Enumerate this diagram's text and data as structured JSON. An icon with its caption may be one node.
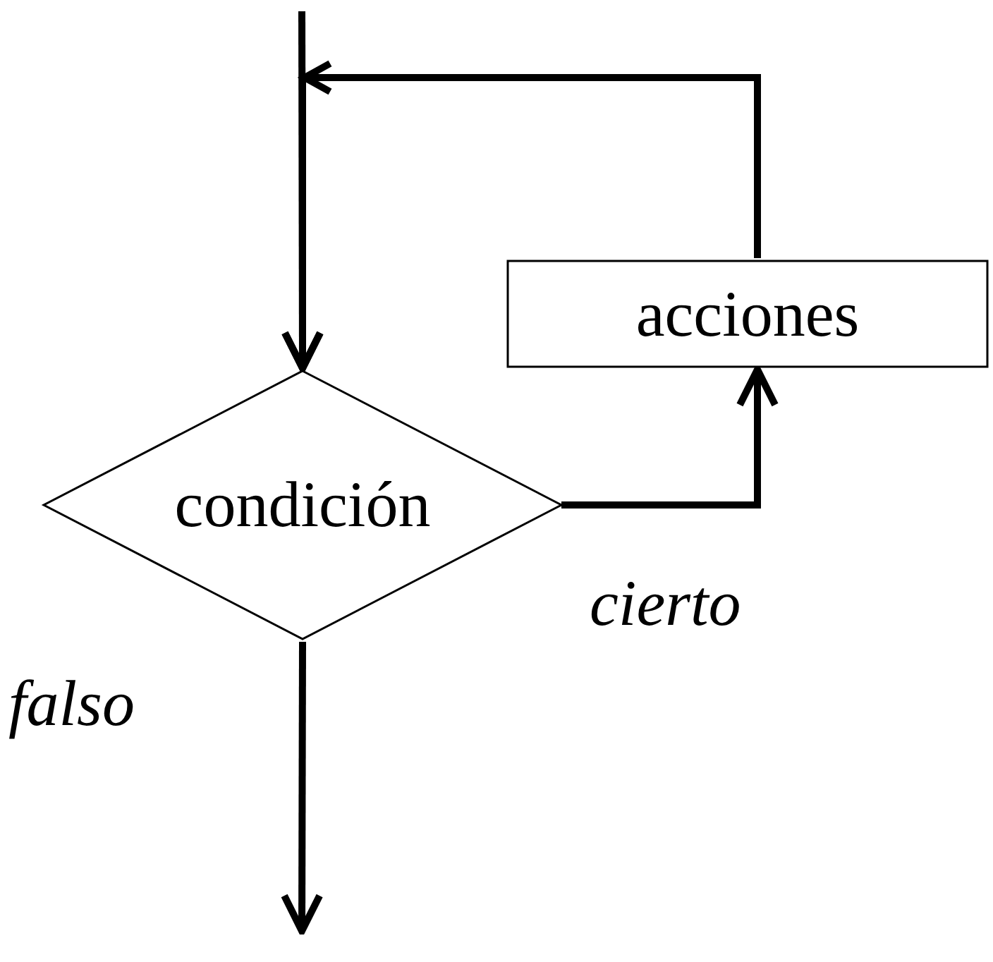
{
  "diagram": {
    "nodes": [
      {
        "text": [
          "condición"
        ]
      },
      {
        "text": [
          "acciones"
        ]
      }
    ],
    "edges": [
      {
        "from": null,
        "to": 0,
        "arrow": "to"
      },
      {
        "from": 1,
        "to": 0,
        "arrow": "to"
      },
      {
        "from": 0,
        "to": 1,
        "arrow": "to",
        "label": "cierto"
      },
      {
        "from": 0,
        "to": null,
        "arrow": "to",
        "label": "falso"
      }
    ]
  }
}
